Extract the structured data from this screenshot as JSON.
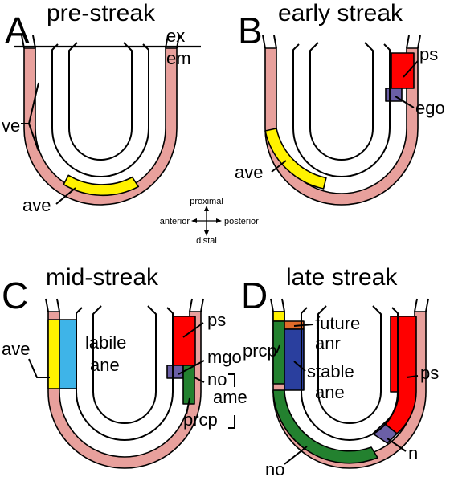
{
  "colors": {
    "visceral_endoderm": "#E8A09C",
    "ave": "#FFF200",
    "primitive_streak": "#FF0000",
    "organizer": "#6B5FA6",
    "labile_ane": "#3EB4E8",
    "stable_ane": "#2A3F9E",
    "prcp_node": "#23812F",
    "future_anr": "#E06B2A"
  },
  "panels": {
    "a": {
      "letter": "A",
      "title": "pre-streak",
      "labels": {
        "ex": "ex",
        "em": "em",
        "ve": "ve",
        "ave": "ave"
      }
    },
    "b": {
      "letter": "B",
      "title": "early streak",
      "labels": {
        "ps": "ps",
        "ego": "ego",
        "ave": "ave"
      }
    },
    "c": {
      "letter": "C",
      "title": "mid-streak",
      "labels": {
        "ave": "ave",
        "labile_1": "labile",
        "labile_2": "ane",
        "ps": "ps",
        "mgo": "mgo",
        "no": "no",
        "ame": "ame",
        "prcp": "prcp"
      }
    },
    "d": {
      "letter": "D",
      "title": "late streak",
      "labels": {
        "future_1": "future",
        "future_2": "anr",
        "prcp": "prcp",
        "stable_1": "stable",
        "stable_2": "ane",
        "ps": "ps",
        "n": "n",
        "no": "no"
      }
    }
  },
  "compass": {
    "proximal": "proximal",
    "distal": "distal",
    "anterior": "anterior",
    "posterior": "posterior"
  }
}
